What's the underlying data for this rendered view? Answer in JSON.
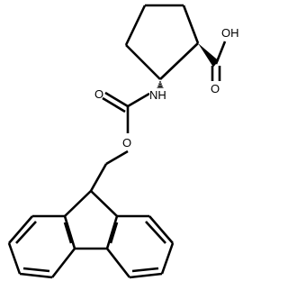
{
  "molecule": {
    "atom_labels": {
      "acid_oh": "OH",
      "acid_carbonyl_o": "O",
      "amide_n": "NH",
      "carbamate_carbonyl_o": "O",
      "carbamate_ester_o": "O"
    }
  }
}
